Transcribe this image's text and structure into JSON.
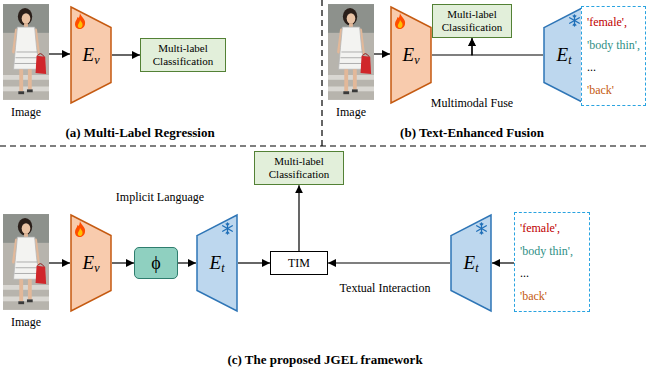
{
  "diagram": {
    "nodes": [
      {
        "text": [
          "Image"
        ]
      },
      {
        "text": [
          "E",
          "v"
        ]
      },
      {
        "text": [
          "Multi-label Classification"
        ]
      },
      {
        "text": [
          "Image"
        ]
      },
      {
        "text": [
          "E",
          "v"
        ]
      },
      {
        "text": [
          "Multi-label Classification"
        ]
      },
      {
        "text": [
          "E",
          "t"
        ]
      },
      {
        "text": [
          "'female',",
          "'body thin',",
          "...",
          "'back'"
        ]
      },
      {
        "text": [
          "Image"
        ]
      },
      {
        "text": [
          "E",
          "v"
        ]
      },
      {
        "text": [
          "ϕ"
        ]
      },
      {
        "text": [
          "E",
          "t"
        ]
      },
      {
        "text": [
          "Multi-label Classification"
        ]
      },
      {
        "text": [
          "TIM"
        ]
      },
      {
        "text": [
          "E",
          "t"
        ]
      },
      {
        "text": [
          "'female',",
          "'body thin',",
          "...",
          "'back'"
        ]
      }
    ],
    "edges": [
      {
        "from": 0,
        "to": 1,
        "arrow": "to"
      },
      {
        "from": 1,
        "to": 2,
        "arrow": "to"
      },
      {
        "from": 3,
        "to": 4,
        "arrow": "to"
      },
      {
        "from": 4,
        "to": 5,
        "arrow": "to"
      },
      {
        "from": 6,
        "to": 5,
        "arrow": "to"
      },
      {
        "from": 7,
        "to": 6,
        "arrow": "to"
      },
      {
        "from": 8,
        "to": 9,
        "arrow": "to"
      },
      {
        "from": 9,
        "to": 10,
        "arrow": "to"
      },
      {
        "from": 10,
        "to": 11,
        "arrow": "to"
      },
      {
        "from": 11,
        "to": 13,
        "arrow": "to"
      },
      {
        "from": 13,
        "to": 12,
        "arrow": "to"
      },
      {
        "from": 14,
        "to": 13,
        "arrow": "to"
      },
      {
        "from": 15,
        "to": 14,
        "arrow": "to"
      }
    ],
    "labels": [
      "(a) Multi-Label Regression",
      "Multimodal Fuse",
      "(b) Text-Enhanced Fusion",
      "Implicit Language",
      "Textual Interaction",
      "(c) The proposed JGEL framework"
    ]
  }
}
